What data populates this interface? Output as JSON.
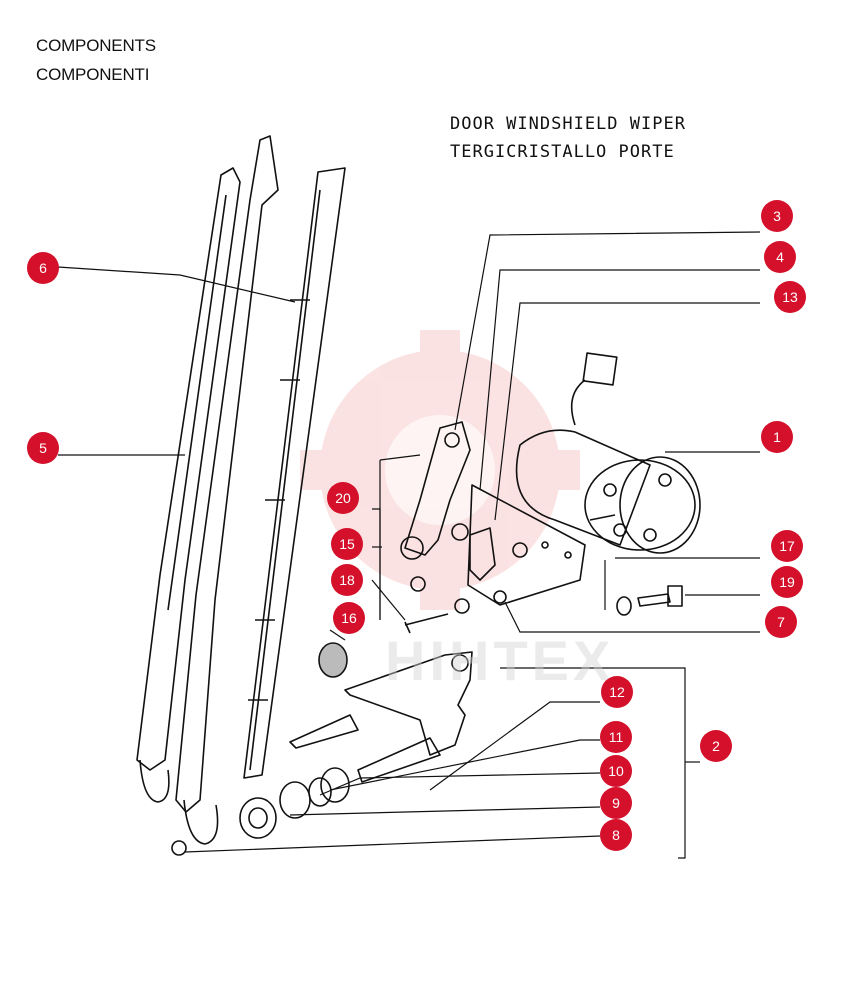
{
  "header": {
    "line1": "COMPONENTS",
    "line2": "COMPONENTI"
  },
  "title": {
    "line1": "DOOR WINDSHIELD WIPER",
    "line2": "TERGICRISTALLO PORTE"
  },
  "watermark": "HIHTEX",
  "accent_color": "#d4102b",
  "callouts": [
    "1",
    "2",
    "3",
    "4",
    "5",
    "6",
    "7",
    "8",
    "9",
    "10",
    "11",
    "12",
    "13",
    "15",
    "16",
    "17",
    "18",
    "19",
    "20"
  ]
}
